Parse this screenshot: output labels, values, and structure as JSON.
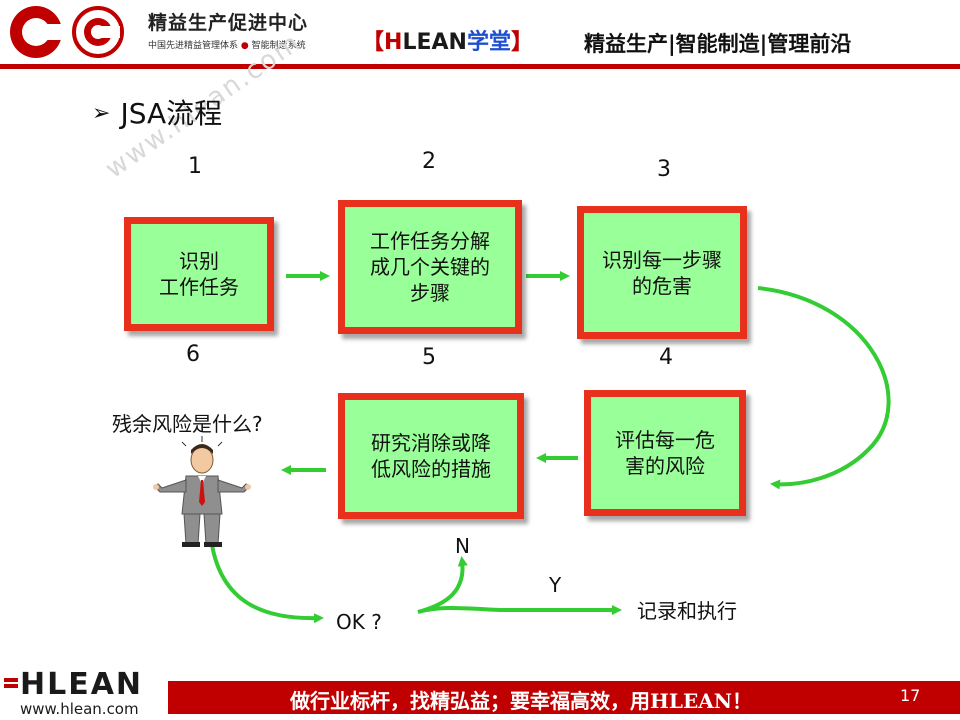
{
  "header": {
    "company_name": "精益生产促进中心",
    "company_sub": "中国先进精益管理体系",
    "company_sub2": "智能制造系统",
    "tag_open": "【",
    "tag_h": "H",
    "tag_lean": "LEAN",
    "tag_xt": "学堂",
    "tag_close": "】",
    "slogan": "精益生产|智能制造|管理前沿"
  },
  "title": "JSA流程",
  "watermark": "www.hlean.com",
  "steps": [
    {
      "num": "1",
      "text": "识别\n工作任务"
    },
    {
      "num": "2",
      "text": "工作任务分解\n成几个关键的\n步骤"
    },
    {
      "num": "3",
      "text": "识别每一步骤\n的危害"
    },
    {
      "num": "4",
      "text": "评估每一危\n害的风险"
    },
    {
      "num": "5",
      "text": "研究消除或降\n低风险的措施"
    },
    {
      "num": "6",
      "text": ""
    }
  ],
  "question": "残余风险是什么?",
  "ok_label": "OK ?",
  "n_label": "N",
  "y_label": "Y",
  "record_label": "记录和执行",
  "footer": {
    "logo_text": "HLEAN",
    "url": "www.hlean.com",
    "slogan": "做行业标杆，找精弘益；要幸福高效，用HLEAN！",
    "page": "17"
  },
  "colors": {
    "brand_red": "#c00000",
    "box_border": "#e8311d",
    "box_fill": "#99ff99",
    "arrow_green": "#33cc33"
  }
}
